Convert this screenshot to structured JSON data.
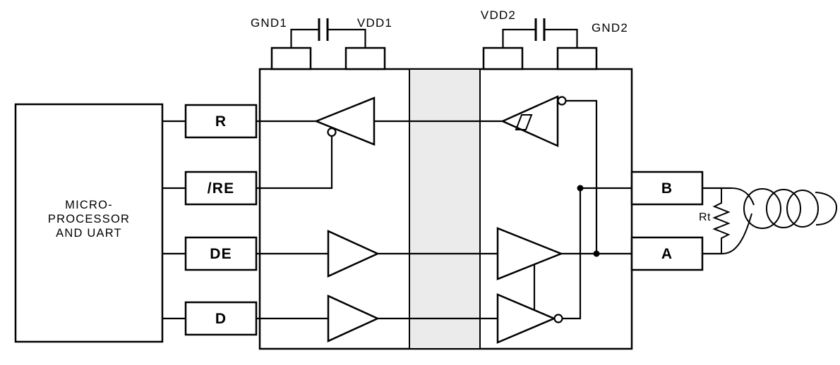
{
  "left_block": {
    "line1": "MICRO-",
    "line2": "PROCESSOR",
    "line3": "AND UART"
  },
  "left_pins": {
    "r": "R",
    "re": "/RE",
    "de": "DE",
    "d": "D"
  },
  "power_labels": {
    "gnd1": "GND1",
    "vdd1": "VDD1",
    "vdd2": "VDD2",
    "gnd2": "GND2"
  },
  "bus_pins": {
    "b": "B",
    "a": "A"
  },
  "termination": {
    "rt": "Rt"
  },
  "colors": {
    "line": "#000000",
    "isolation_barrier_fill": "#ebebeb",
    "background": "#ffffff"
  }
}
